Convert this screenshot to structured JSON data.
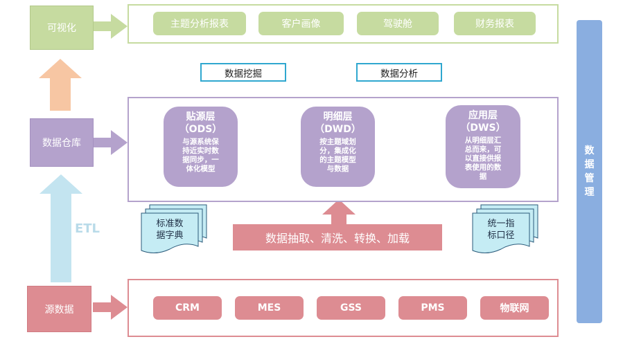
{
  "left": {
    "visualization": "可视化",
    "data_warehouse": "数据仓库",
    "etl": "ETL",
    "source_data": "源数据"
  },
  "visualization_items": [
    "主题分析报表",
    "客户画像",
    "驾驶舱",
    "财务报表"
  ],
  "mining": {
    "data_mining": "数据挖掘",
    "data_analysis": "数据分析"
  },
  "layers": [
    {
      "title": "贴源层",
      "code": "（ODS）",
      "desc": [
        "与源系统保",
        "持近实时数",
        "据同步，一",
        "体化模型"
      ]
    },
    {
      "title": "明细层",
      "code": "（DWD）",
      "desc": [
        "按主题域划",
        "分，集成化",
        "的主题模型",
        "与数据"
      ]
    },
    {
      "title": "应用层",
      "code": "（DWS）",
      "desc": [
        "从明细层汇",
        "总而来，可",
        "以直接供报",
        "表使用的数",
        "据"
      ]
    }
  ],
  "etl_process": "数据抽取、清洗、转换、加载",
  "standard_dictionary": [
    "标准数",
    "据字典"
  ],
  "unified_metric": [
    "统一指",
    "标口径"
  ],
  "sources": [
    "CRM",
    "MES",
    "GSS",
    "PMS",
    "物联网"
  ],
  "data_management": [
    "数",
    "据",
    "管",
    "理"
  ]
}
